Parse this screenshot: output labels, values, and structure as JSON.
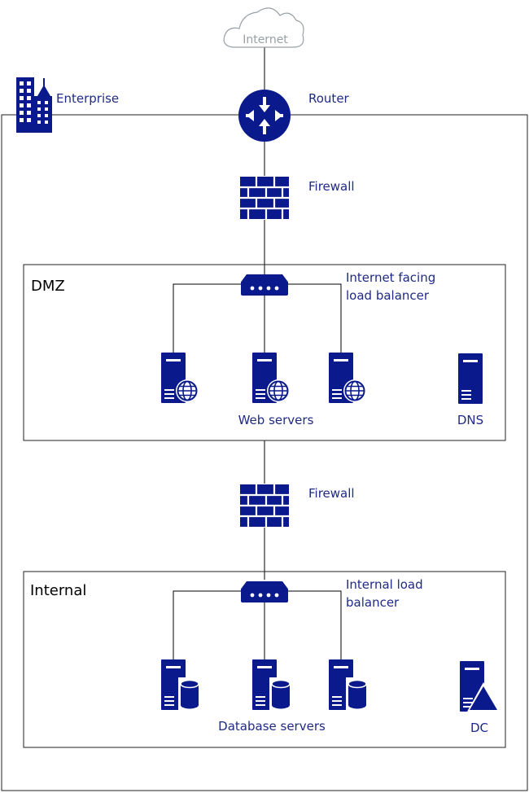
{
  "labels": {
    "internet": "Internet",
    "enterprise": "Enterprise",
    "router": "Router",
    "firewall_top": "Firewall",
    "dmz": "DMZ",
    "internet_lb_line1": "Internet facing",
    "internet_lb_line2": "load balancer",
    "web_servers": "Web servers",
    "dns": "DNS",
    "firewall_bottom": "Firewall",
    "internal": "Internal",
    "internal_lb_line1": "Internal load",
    "internal_lb_line2": "balancer",
    "database_servers": "Database servers",
    "dc": "DC"
  },
  "colors": {
    "icon": "#0a1a8c",
    "label": "#1f2a85",
    "cloud": "#9aa0a6",
    "zone_label": "#000000"
  },
  "icons": [
    "cloud-icon",
    "building-icon",
    "router-icon",
    "firewall-icon",
    "load-balancer-icon",
    "web-server-icon",
    "server-icon",
    "database-server-icon",
    "domain-controller-icon"
  ]
}
